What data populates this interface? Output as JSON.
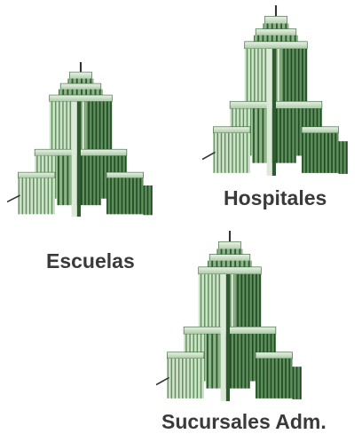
{
  "colors": {
    "caption_text": "#3a3a3a",
    "green_dark": "#2f5a30",
    "green_mid": "#5f8f5c",
    "green_light": "#a9c8a4",
    "green_pale": "#dcebd8",
    "antenna": "#333333",
    "background": "#ffffff"
  },
  "icon": "office-building-icon",
  "items": [
    {
      "label": "Escuelas"
    },
    {
      "label": "Hospitales"
    },
    {
      "label": "Sucursales Adm."
    }
  ]
}
